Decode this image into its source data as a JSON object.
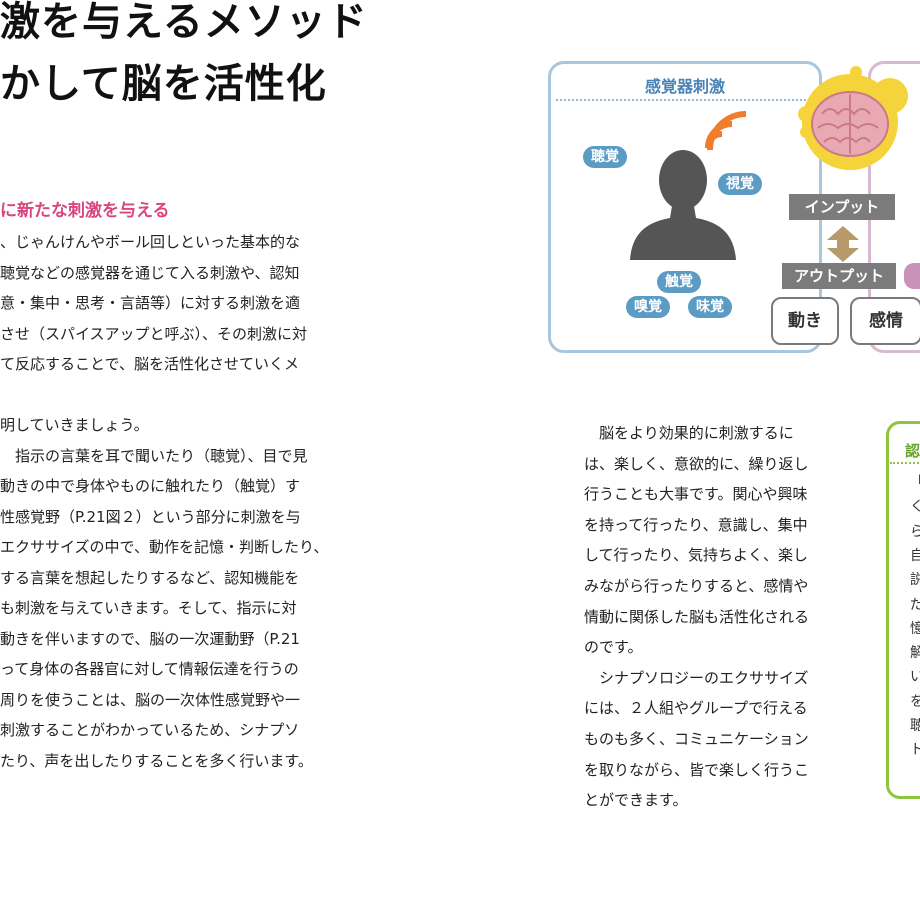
{
  "heading": {
    "line1": "激を与えるメソッド",
    "line2": "かして脳を活性化"
  },
  "subheading": "に新たな刺激を与える",
  "body_left": [
    "、じゃんけんやボール回しといった基本的な",
    "聴覚などの感覚器を通じて入る刺激や、認知",
    "意・集中・思考・言語等）に対する刺激を適",
    "させ（スパイスアップと呼ぶ）、その刺激に対",
    "て反応することで、脳を活性化させていくメ",
    "",
    "明していきましょう。",
    "　指示の言葉を耳で聞いたり（聴覚）、目で見",
    "動きの中で身体やものに触れたり（触覚）す",
    "性感覚野（P.21図２）という部分に刺激を与",
    "エクササイズの中で、動作を記憶・判断したり、",
    "する言葉を想起したりするなど、認知機能を",
    "も刺激を与えていきます。そして、指示に対",
    "動きを伴いますので、脳の一次運動野（P.21",
    "って身体の各器官に対して情報伝達を行うの",
    "周りを使うことは、脳の一次体性感覚野や一",
    "刺激することがわかっているため、シナプソ",
    "たり、声を出したりすることを多く行います。"
  ],
  "body_mid": [
    "　脳をより効果的に刺激するに",
    "は、楽しく、意欲的に、繰り返し",
    "行うことも大事です。関心や興味",
    "を持って行ったり、意識し、集中",
    "して行ったり、気持ちよく、楽し",
    "みながら行ったりすると、感情や",
    "情動に関係した脳も活性化される",
    "のです。",
    "　シナプソロジーのエクササイズ",
    "には、２人組やグループで行える",
    "ものも多く、コミュニケーション",
    "を取りながら、皆で楽しく行うこ",
    "とができます。"
  ],
  "diagram": {
    "box_title": "感覚器刺激",
    "senses": {
      "hearing": "聴覚",
      "sight": "視覚",
      "touch": "触覚",
      "smell": "嗅覚",
      "taste": "味覚"
    },
    "input_label": "インプット",
    "output_label": "アウトプット",
    "outputs": [
      "動き",
      "感情"
    ],
    "icons": [
      "person-silhouette-icon",
      "sound-waves-icon",
      "brain-icon",
      "double-arrow-icon"
    ],
    "colors": {
      "box_border": "#a9c6df",
      "sense_badge": "#5b9bc4",
      "label_gray": "#7b7b7b",
      "brain_glow": "#f5d33a",
      "brain_pink": "#e9a9b2",
      "arrow": "#b89a6a",
      "pink_box": "#d9b9d2",
      "green_box": "#8cc63f",
      "subheading": "#d9457f"
    }
  },
  "sidebar_box": {
    "title_char": "認",
    "chars": [
      "「",
      "く",
      "ら",
      "自",
      "説",
      "だ",
      "憶",
      "解",
      "い",
      "を",
      "聴",
      "ト"
    ]
  }
}
